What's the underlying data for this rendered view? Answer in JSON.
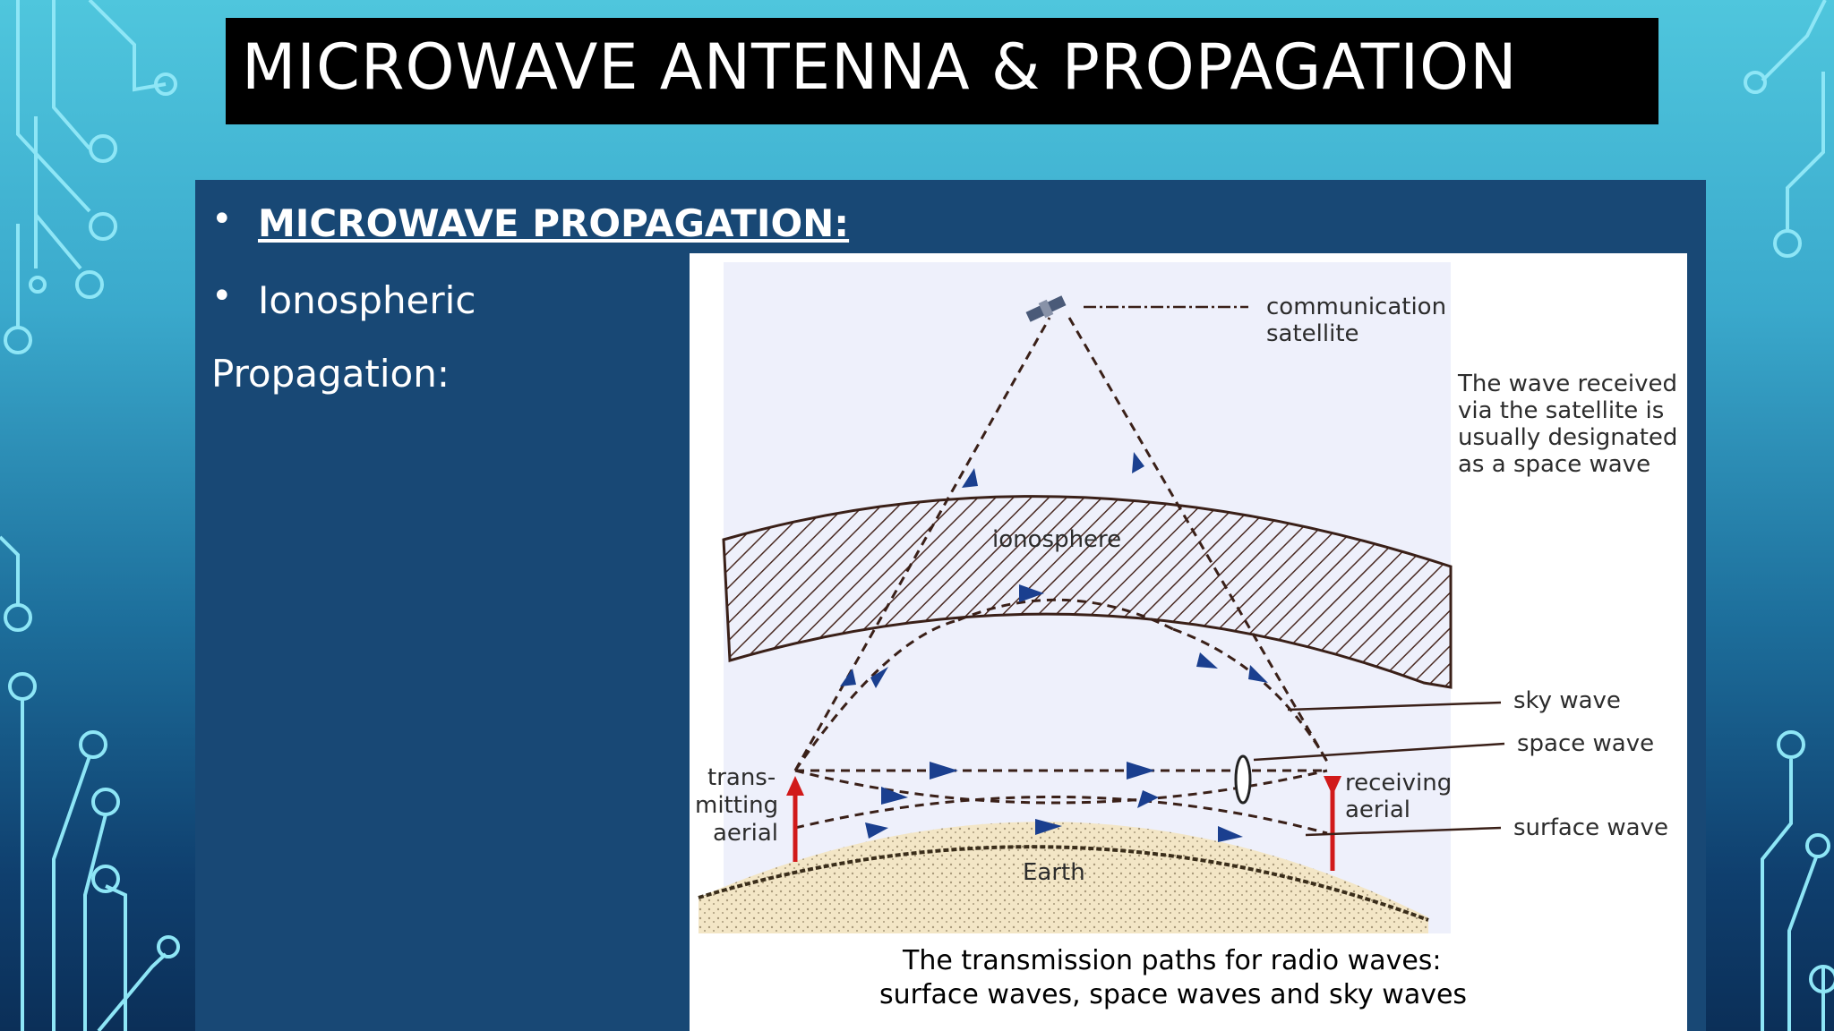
{
  "slide": {
    "title": "MICROWAVE ANTENNA & PROPAGATION",
    "bullets": [
      {
        "text": "MICROWAVE PROPAGATION:",
        "bold": true,
        "underline": true
      },
      {
        "text": "Ionospheric"
      }
    ],
    "continuation": "Propagation:"
  },
  "diagram": {
    "labels": {
      "satellite": [
        "communication",
        "satellite"
      ],
      "space_wave_note": [
        "The wave received",
        "via the satellite is",
        "usually designated",
        "as a space wave"
      ],
      "ionosphere": "ionosphere",
      "sky_wave": "sky wave",
      "space_wave": "space wave",
      "surface_wave": "surface wave",
      "transmitting": [
        "trans-",
        "mitting",
        "aerial"
      ],
      "receiving": [
        "receiving",
        "aerial"
      ],
      "earth": "Earth"
    },
    "caption": [
      "The transmission paths for radio waves:",
      "surface waves, space waves and sky waves"
    ],
    "colors": {
      "arrow": "#1a3f8f",
      "aerial": "#d11a1a",
      "sky": "#eef0fb",
      "earth": "#f3e6c6",
      "hatch": "#4a2a22"
    }
  },
  "theme": {
    "panel": "#184875",
    "title_bg": "#000000",
    "circuit": "#7fe3f5"
  }
}
